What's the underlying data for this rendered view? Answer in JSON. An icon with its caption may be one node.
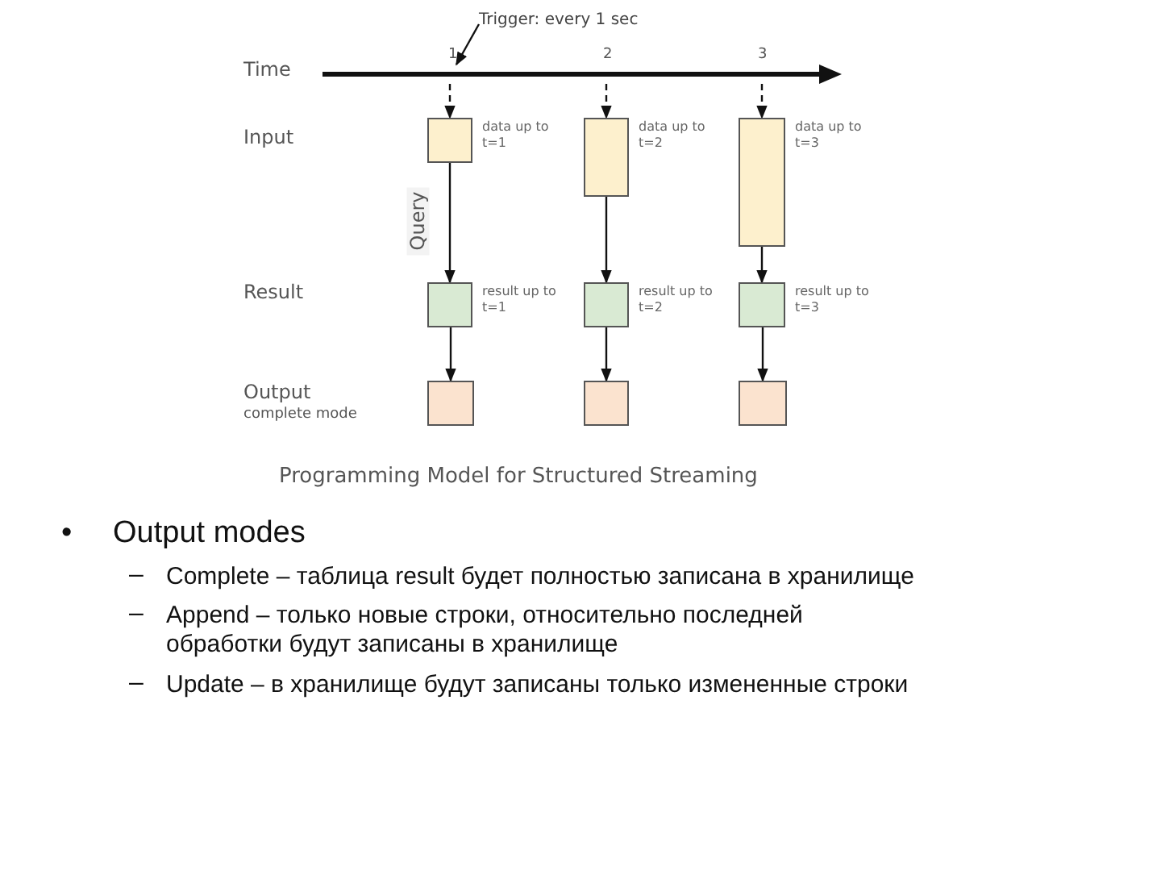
{
  "diagram": {
    "caption": "Programming Model for Structured Streaming",
    "nodes": [
      {
        "text": [
          "Trigger: every 1 sec"
        ]
      },
      {
        "text": [],
        "shape": "box",
        "beside": [
          "data up to t=1"
        ]
      },
      {
        "text": [],
        "shape": "box",
        "beside": [
          "data up to t=2"
        ]
      },
      {
        "text": [],
        "shape": "box",
        "beside": [
          "data up to t=3"
        ]
      },
      {
        "text": [],
        "shape": "box",
        "beside": [
          "result up to t=1"
        ]
      },
      {
        "text": [],
        "shape": "box",
        "beside": [
          "result up to t=2"
        ]
      },
      {
        "text": [],
        "shape": "box",
        "beside": [
          "result up to t=3"
        ]
      },
      {
        "text": [],
        "shape": "box"
      },
      {
        "text": [],
        "shape": "box"
      },
      {
        "text": [],
        "shape": "box"
      },
      {
        "text": [],
        "shape": "arrow"
      }
    ],
    "edges": [
      {
        "from": 0,
        "to": 10,
        "arrow": "to"
      },
      {
        "from": 10,
        "to": 1,
        "arrow": "to",
        "style": "dashed"
      },
      {
        "from": 10,
        "to": 2,
        "arrow": "to",
        "style": "dashed"
      },
      {
        "from": 10,
        "to": 3,
        "arrow": "to",
        "style": "dashed"
      },
      {
        "from": 1,
        "to": 4,
        "arrow": "to"
      },
      {
        "from": 2,
        "to": 5,
        "arrow": "to"
      },
      {
        "from": 3,
        "to": 6,
        "arrow": "to"
      },
      {
        "from": 4,
        "to": 7,
        "arrow": "to"
      },
      {
        "from": 5,
        "to": 8,
        "arrow": "to"
      },
      {
        "from": 6,
        "to": 9,
        "arrow": "to"
      }
    ],
    "labels": [
      "1",
      "2",
      "3",
      "Time",
      "Input",
      "Query",
      "Result",
      "Output",
      "complete mode",
      "•",
      "Output modes",
      "–",
      "Complete – таблица result будет полностью записана в хранилище",
      "–",
      "Append – только новые строки, относительно последней обработки будут записаны в хранилище",
      "–",
      "Update – в хранилище будут записаны только измененные строки"
    ]
  }
}
